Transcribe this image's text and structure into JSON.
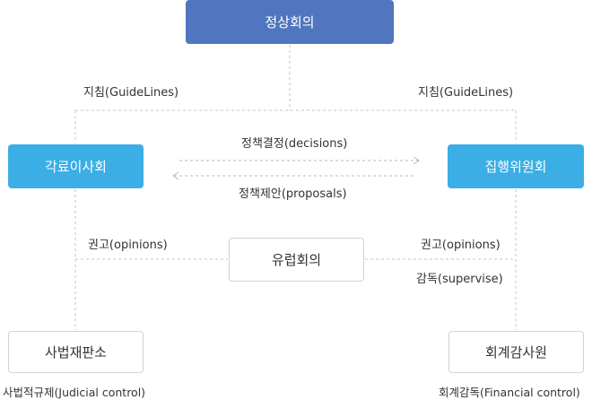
{
  "nodes": {
    "summit": "정상회의",
    "council": "각료이사회",
    "commission": "집행위원회",
    "parliament": "유럽회의",
    "court": "사법재판소",
    "auditors": "회계감사원"
  },
  "labels": {
    "guidelines_left": "지침(GuideLines)",
    "guidelines_right": "지침(GuideLines)",
    "decisions": "정책결정(decisions)",
    "proposals": "정책제안(proposals)",
    "opinions_left": "권고(opinions)",
    "opinions_right": "권고(opinions)",
    "supervise": "감독(supervise)",
    "judicial": "사법적규제(Judicial control)",
    "financial": "회계감독(Financial control)"
  },
  "colors": {
    "summit_bg": "#4f76be",
    "council_bg": "#3aaee5",
    "commission_bg": "#3aaee5",
    "line": "#bdbdbd",
    "arrow": "#b9b9b9"
  }
}
